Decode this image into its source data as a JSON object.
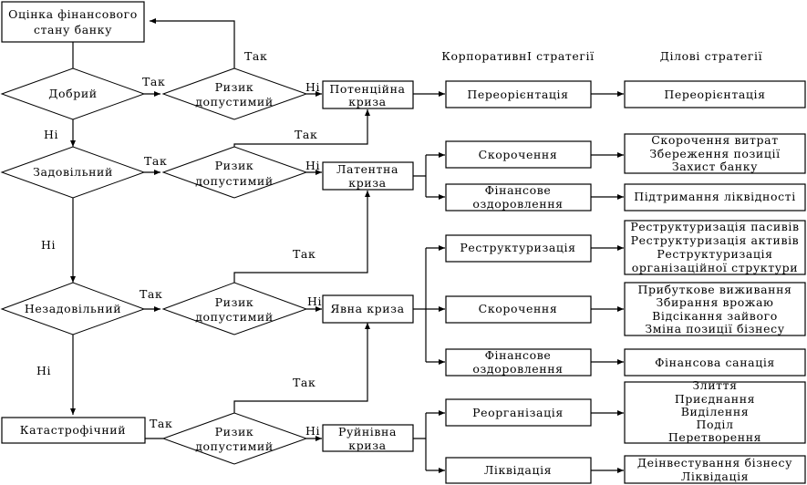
{
  "start": {
    "label_lines": [
      "Оцінка фінансового",
      "стану банку"
    ]
  },
  "headers": {
    "corporate": "КорпоративнІ стратегії",
    "business": "Ділові стратегії"
  },
  "edge_labels": {
    "yes": "Так",
    "no": "Ні"
  },
  "risk_label_lines": [
    "Ризик",
    "допустимий"
  ],
  "levels": [
    {
      "state": "Добрий",
      "crisis_lines": [
        "Потенційна",
        "криза"
      ],
      "branches": [
        {
          "corporate_lines": [
            "Переорієнтація"
          ],
          "business_lines": [
            "Переорієнтація"
          ]
        }
      ]
    },
    {
      "state": "Задовільний",
      "crisis_lines": [
        "Латентна",
        "криза"
      ],
      "branches": [
        {
          "corporate_lines": [
            "Скорочення"
          ],
          "business_lines": [
            "Скорочення витрат",
            "Збереження позиції",
            "Захист банку"
          ]
        },
        {
          "corporate_lines": [
            "Фінансове",
            "оздоровлення"
          ],
          "business_lines": [
            "Підтримання ліквідності"
          ]
        }
      ]
    },
    {
      "state": "Незадовільний",
      "crisis_lines": [
        "Явна криза"
      ],
      "branches": [
        {
          "corporate_lines": [
            "Реструктуризація"
          ],
          "business_lines": [
            "Реструктуризація пасивів",
            "Реструктуризація активів",
            "Реструктуризація",
            "організаційної структури"
          ]
        },
        {
          "corporate_lines": [
            "Скорочення"
          ],
          "business_lines": [
            "Прибуткове виживання",
            "Збирання врожаю",
            "Відсікання зайвого",
            "Зміна позиції бізнесу"
          ]
        },
        {
          "corporate_lines": [
            "Фінансове",
            "оздоровлення"
          ],
          "business_lines": [
            "Фінансова санація"
          ]
        }
      ]
    },
    {
      "state": "Катастрофічний",
      "crisis_lines": [
        "Руйнівна",
        "криза"
      ],
      "branches": [
        {
          "corporate_lines": [
            "Реорганізація"
          ],
          "business_lines": [
            "Злиття",
            "Приєднання",
            "Виділення",
            "Поділ",
            "Перетворення"
          ]
        },
        {
          "corporate_lines": [
            "Ліквідація"
          ],
          "business_lines": [
            "Деінвестування бізнесу",
            "Ліквідація"
          ]
        }
      ]
    }
  ]
}
